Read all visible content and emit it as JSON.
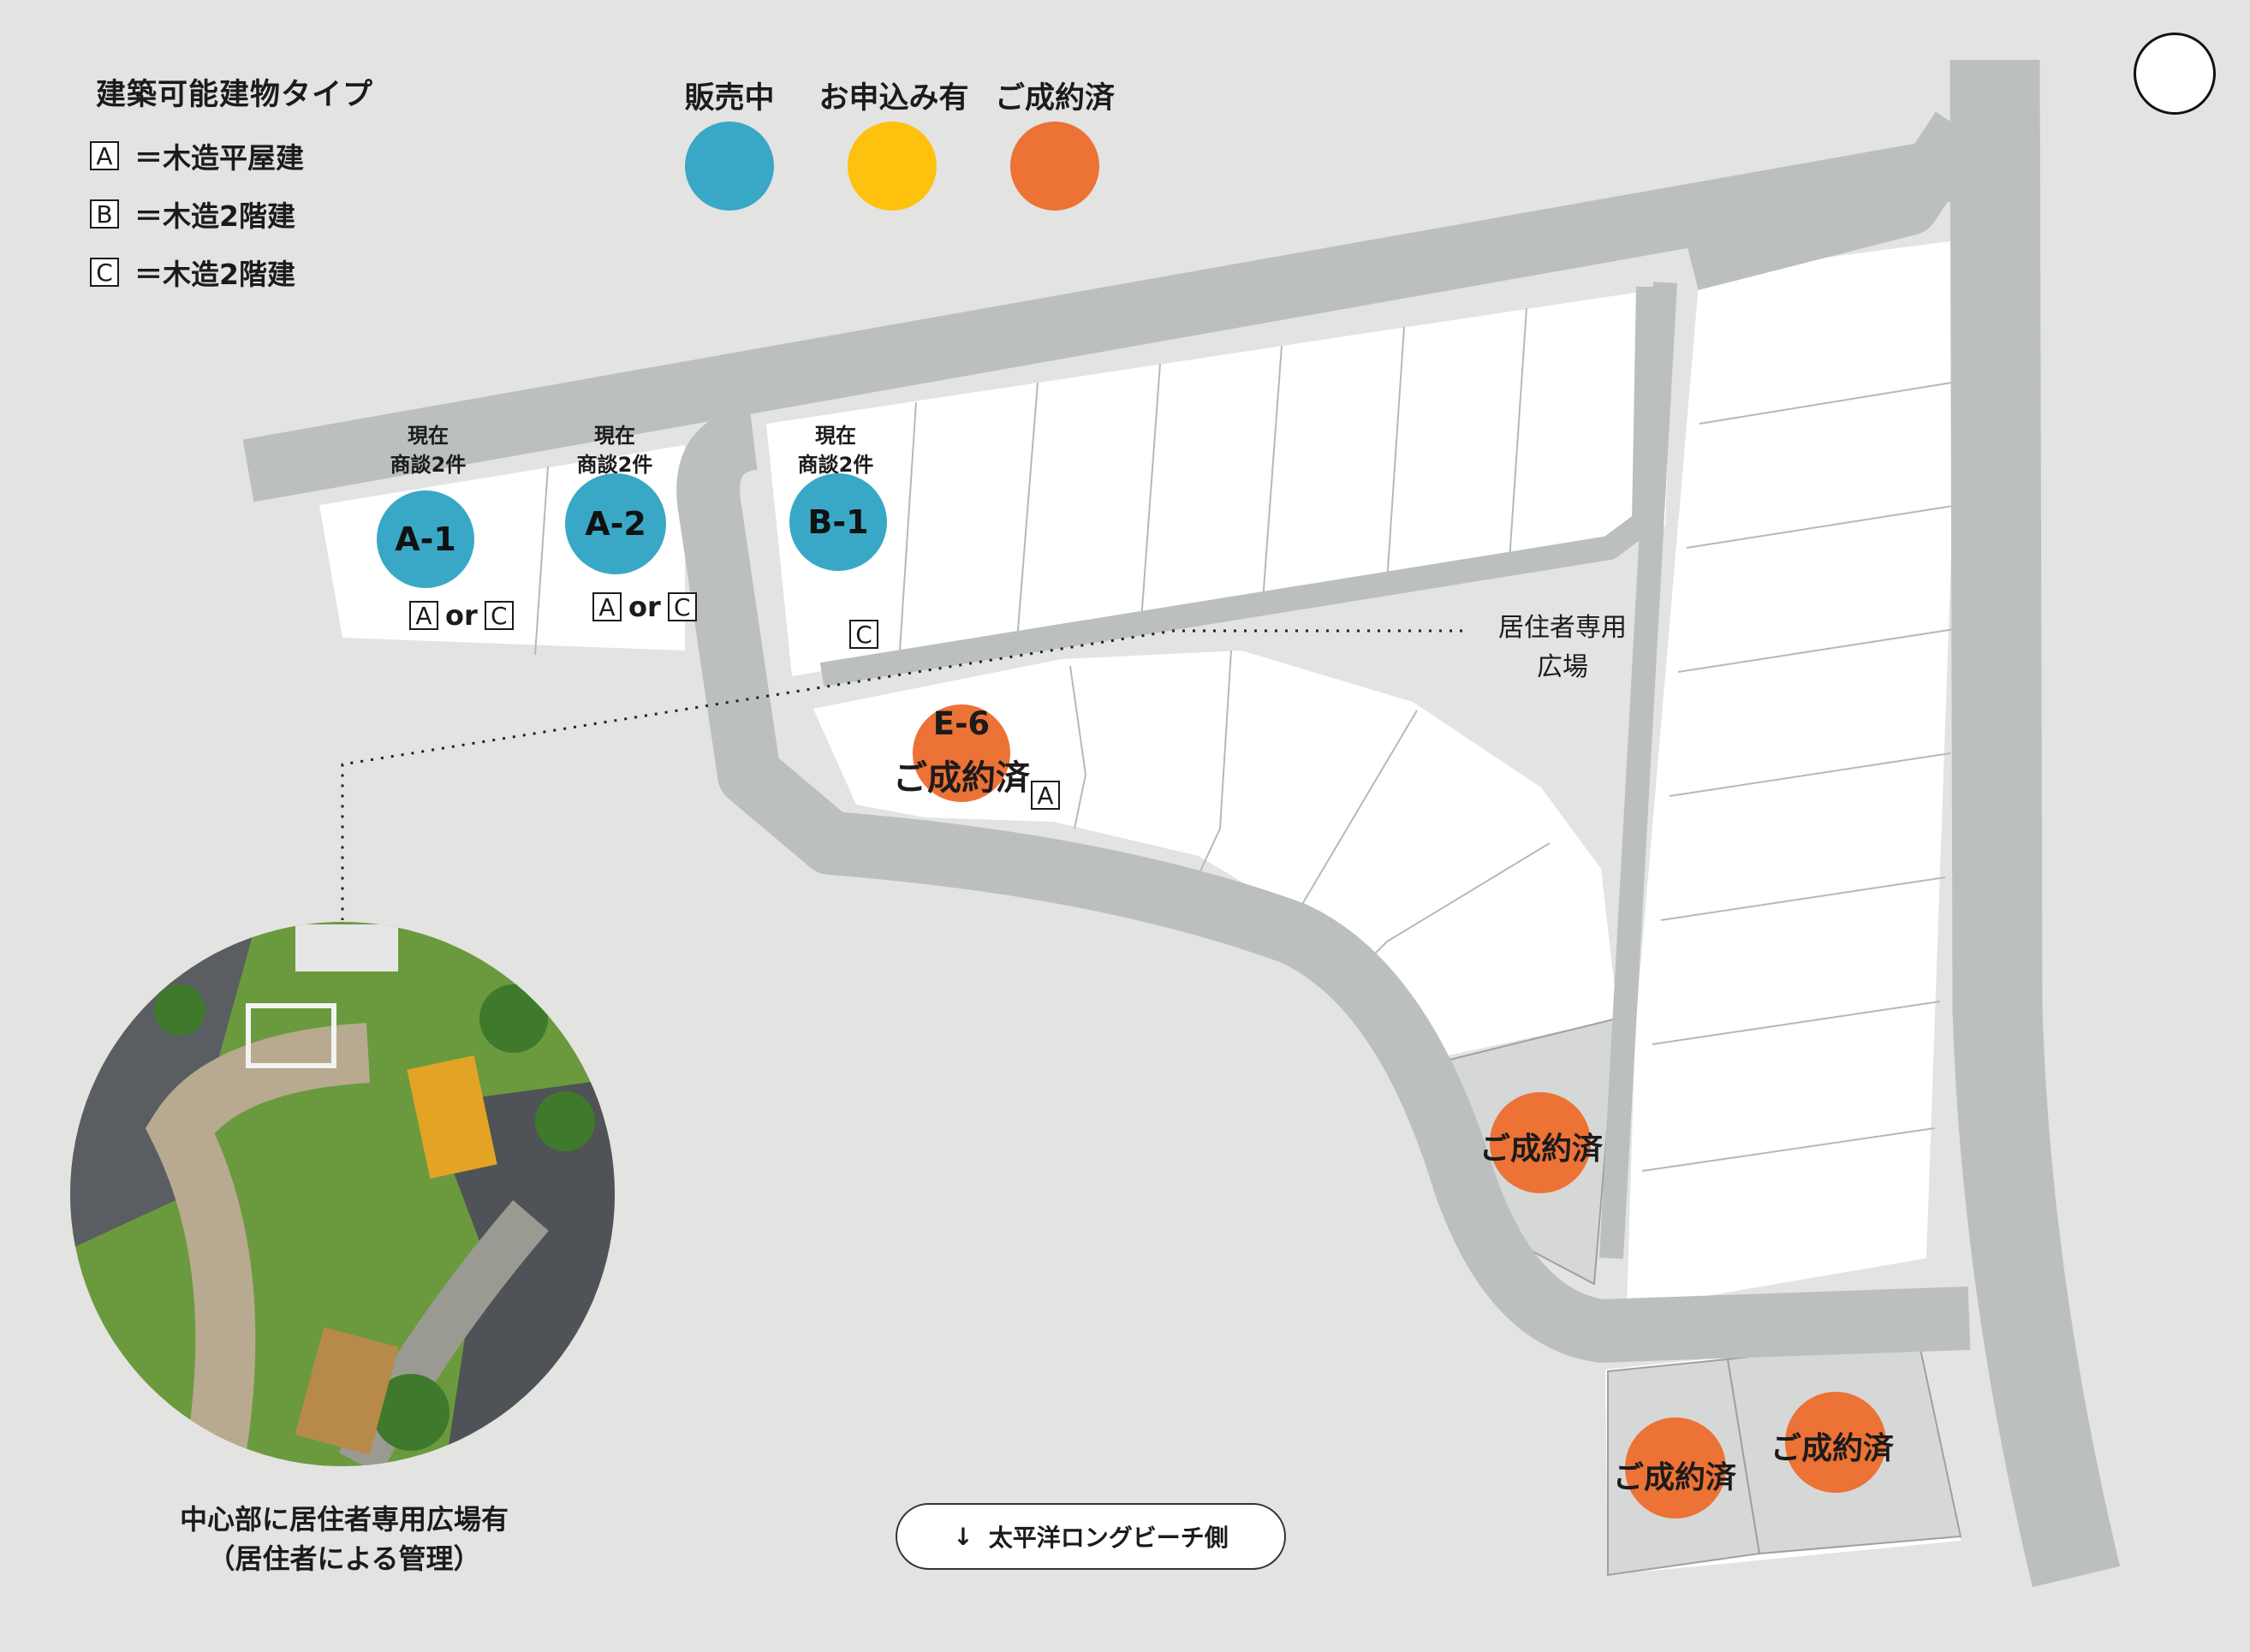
{
  "legend": {
    "title": "建築可能建物タイプ",
    "types": [
      {
        "code": "A",
        "desc": "＝木造平屋建"
      },
      {
        "code": "B",
        "desc": "＝木造2階建"
      },
      {
        "code": "C",
        "desc": "＝木造2階建"
      }
    ]
  },
  "status_legend": [
    {
      "label": "販売中",
      "color": "#39a8c6"
    },
    {
      "label": "お申込み有",
      "color": "#fec10e"
    },
    {
      "label": "ご成約済",
      "color": "#ec7235"
    }
  ],
  "lots": [
    {
      "id": "A-1",
      "status": "販売中",
      "note_line1": "現在",
      "note_line2": "商談2件",
      "type_a": "A",
      "or": "or",
      "type_b": "C"
    },
    {
      "id": "A-2",
      "status": "販売中",
      "note_line1": "現在",
      "note_line2": "商談2件",
      "type_a": "A",
      "or": "or",
      "type_b": "C"
    },
    {
      "id": "B-1",
      "status": "販売中",
      "note_line1": "現在",
      "note_line2": "商談2件",
      "type": "C"
    },
    {
      "id": "E-6",
      "status": "ご成約済",
      "type": "A"
    }
  ],
  "sold_label": "ご成約済",
  "plaza_label_line1": "居住者専用",
  "plaza_label_line2": "広場",
  "caption_line1": "中心部に居住者専用広場有",
  "caption_line2": "（居住者による管理）",
  "beach_arrow": "↓",
  "beach_label": "太平洋ロングビーチ側",
  "colors": {
    "road": "#bcbfbf",
    "lot": "#ffffff",
    "sold_lot": "#d6d7d7",
    "background": "#e3e3e2"
  }
}
